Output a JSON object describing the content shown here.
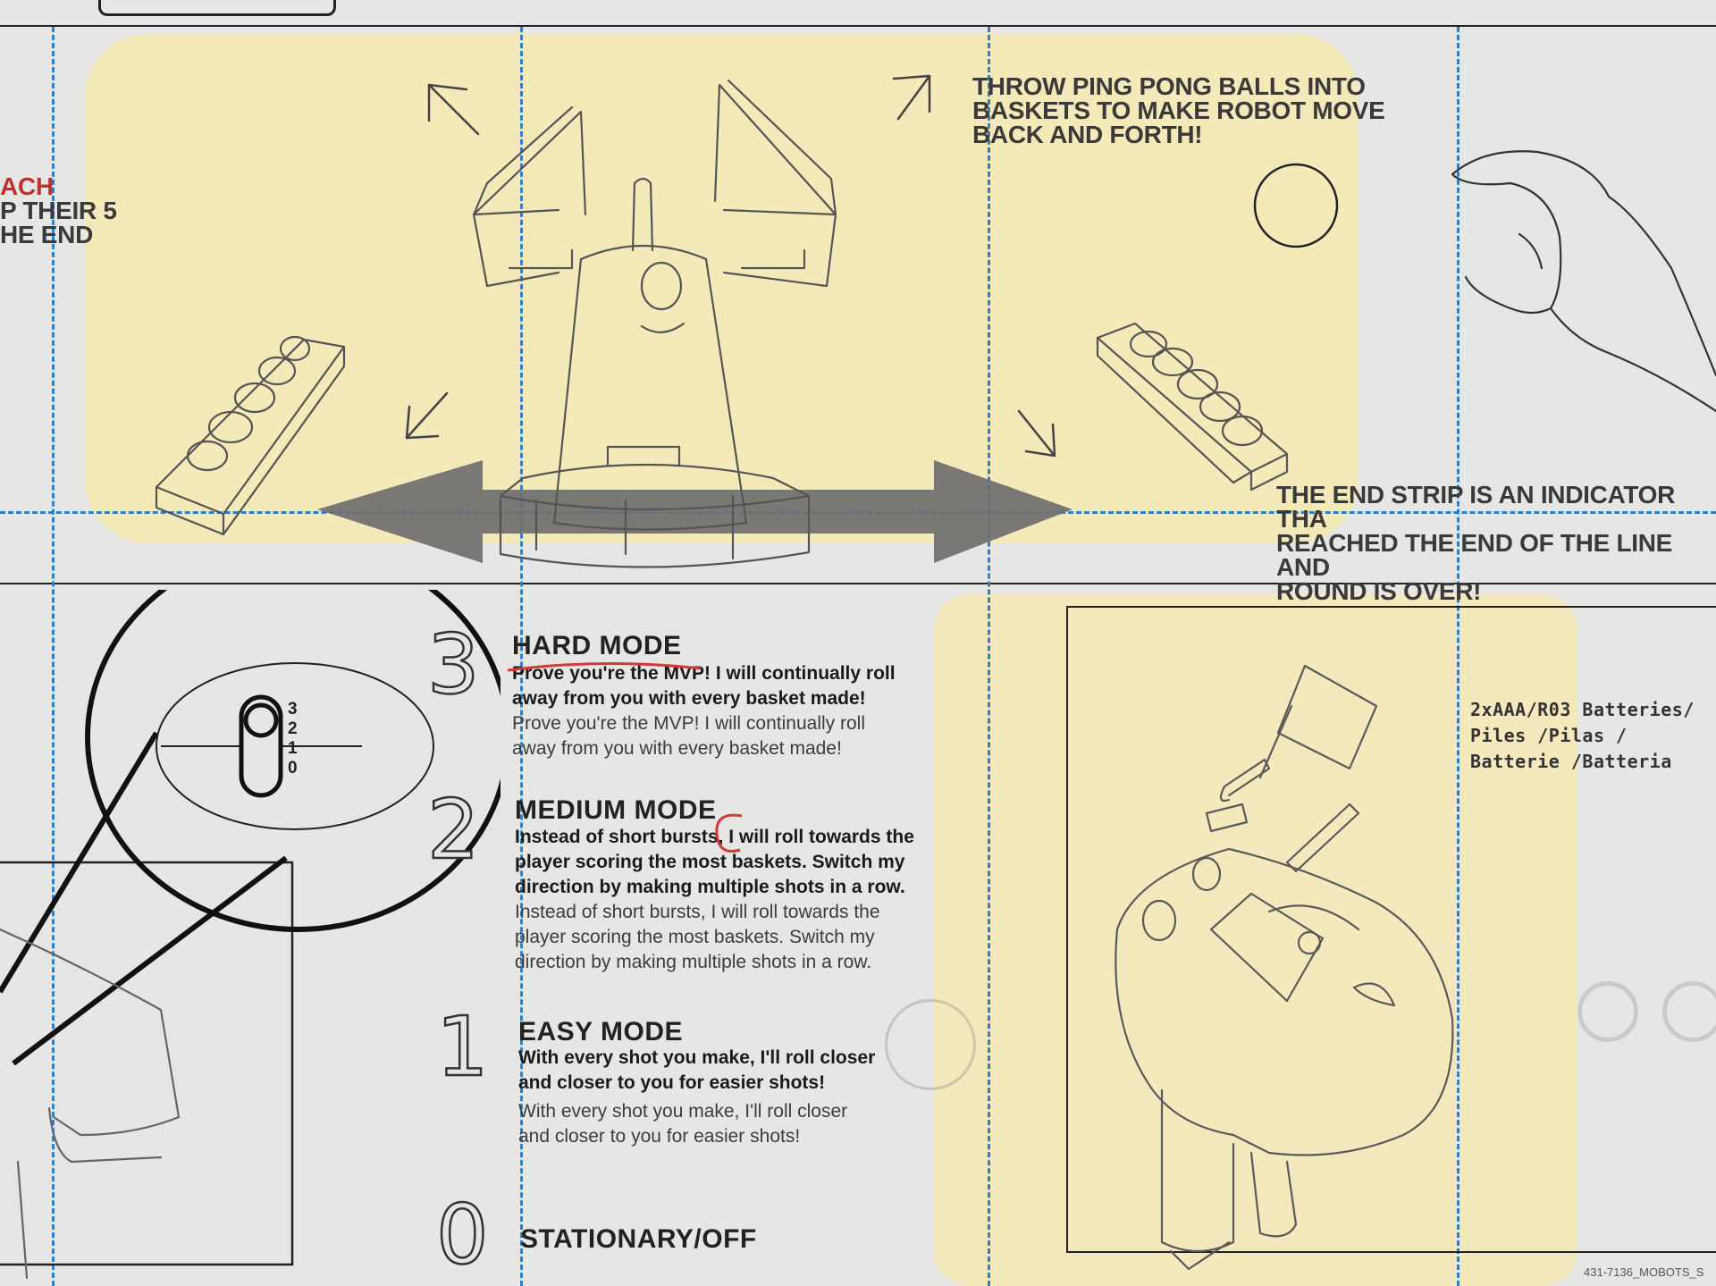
{
  "top_left_fragment": [
    "ACH",
    "P THEIR 5",
    "HE END"
  ],
  "throw_caption": [
    "THROW PING PONG BALLS INTO",
    "BASKETS TO MAKE ROBOT MOVE",
    "BACK AND FORTH!"
  ],
  "end_strip_caption": [
    "THE END STRIP IS AN INDICATOR THA",
    "REACHED THE END OF THE LINE AND",
    "ROUND IS OVER!"
  ],
  "switch_positions": [
    "3",
    "2",
    "1",
    "0"
  ],
  "modes": [
    {
      "number": "3",
      "title": "HARD MODE",
      "bold_text": [
        "Prove you're the MVP! I will continually roll",
        "away from you with every basket made!"
      ],
      "normal_text": [
        "Prove you're the MVP! I will continually roll",
        "away from you with every basket made!"
      ]
    },
    {
      "number": "2",
      "title": "MEDIUM MODE",
      "bold_text": [
        "Instead of short bursts, I will roll towards the",
        "player scoring the most baskets. Switch my",
        "direction by making multiple shots in a row."
      ],
      "normal_text": [
        "Instead of short bursts, I will roll towards the",
        "player scoring the most baskets. Switch my",
        "direction by making multiple shots in a row."
      ]
    },
    {
      "number": "1",
      "title": "EASY MODE",
      "bold_text": [
        "With every shot you make, I'll roll closer",
        "and closer to you for easier shots!"
      ],
      "normal_text": [
        "With every shot you make, I'll roll closer",
        "and closer to you for easier shots!"
      ]
    },
    {
      "number": "0",
      "title": "STATIONARY/OFF"
    }
  ],
  "batteries": [
    "2xAAA/R03 Batteries/",
    "Piles /Pilas /",
    "Batterie /Batteria"
  ],
  "footer_code": "431-7136_MOBOTS_S",
  "colors": {
    "guide_blue": "#2f7fc4",
    "highlighter": "#ffec96",
    "arrow_gray": "#6e6e6e",
    "red_pen": "#d23a3a"
  }
}
